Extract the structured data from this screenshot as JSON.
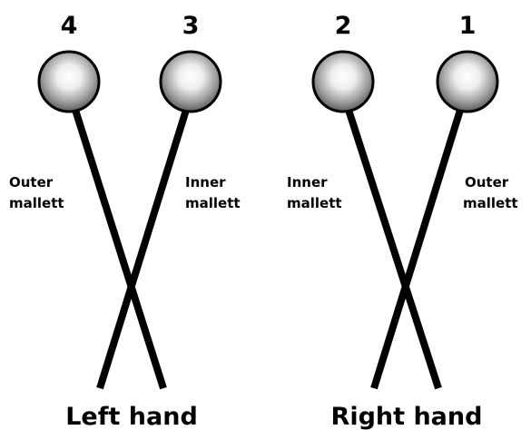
{
  "mallets": [
    {
      "number": "4",
      "label": [
        "Outer",
        "mallett"
      ]
    },
    {
      "number": "3",
      "label": [
        "Inner",
        "mallett"
      ]
    },
    {
      "number": "2",
      "label": [
        "Inner",
        "mallett"
      ]
    },
    {
      "number": "1",
      "label": [
        "Outer",
        "mallett"
      ]
    }
  ],
  "hands": {
    "left": "Left hand",
    "right": "Right hand"
  }
}
